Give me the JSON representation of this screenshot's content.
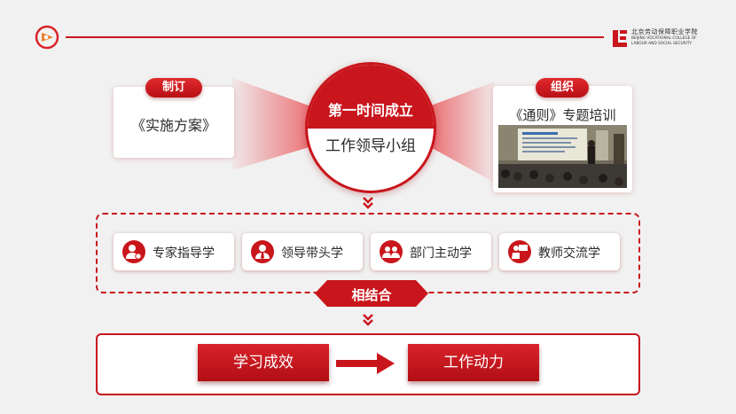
{
  "header": {
    "college_cn": "北京劳动保障职业学院",
    "college_en_line1": "BEIJING VOCATIONAL COLLEGE OF",
    "college_en_line2": "LABOUR AND SOCIAL SECURITY"
  },
  "left_card": {
    "tag": "制订",
    "text": "《实施方案》"
  },
  "right_card": {
    "tag": "组织",
    "text": "《通则》专题培训"
  },
  "center": {
    "title": "第一时间成立",
    "subtitle": "工作领导小组"
  },
  "learning_items": [
    {
      "label": "专家指导学",
      "icon": "expert-icon"
    },
    {
      "label": "领导带头学",
      "icon": "leader-icon"
    },
    {
      "label": "部门主动学",
      "icon": "department-icon"
    },
    {
      "label": "教师交流学",
      "icon": "teacher-icon"
    }
  ],
  "combine_label": "相结合",
  "result": {
    "from": "学习成效",
    "to": "工作动力"
  },
  "colors": {
    "accent": "#c9151c",
    "background": "#f1f1f1"
  }
}
